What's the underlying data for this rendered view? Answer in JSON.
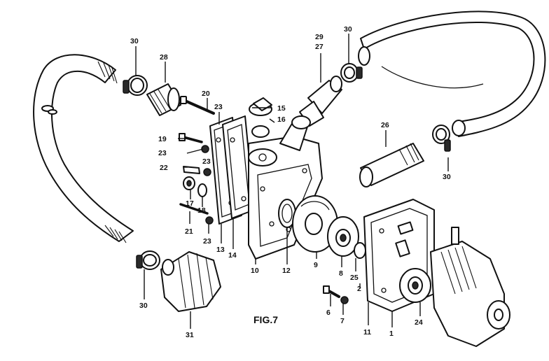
{
  "figure": {
    "caption": "FIG.7"
  },
  "labels": {
    "p1": "1",
    "p2": "2",
    "p6": "6",
    "p7": "7",
    "p8": "8",
    "p9": "9",
    "p10": "10",
    "p11": "11",
    "p12": "12",
    "p13": "13",
    "p14": "14",
    "p15": "15",
    "p16": "16",
    "p17": "17",
    "p18": "18",
    "p19": "19",
    "p20": "20",
    "p21": "21",
    "p22": "22",
    "p23a": "23",
    "p23b": "23",
    "p23c": "23",
    "p23d": "23",
    "p24": "24",
    "p25": "25",
    "p26": "26",
    "p27": "27",
    "p28": "28",
    "p29": "29",
    "p30a": "30",
    "p30b": "30",
    "p30c": "30",
    "p30d": "30",
    "p31": "31"
  }
}
